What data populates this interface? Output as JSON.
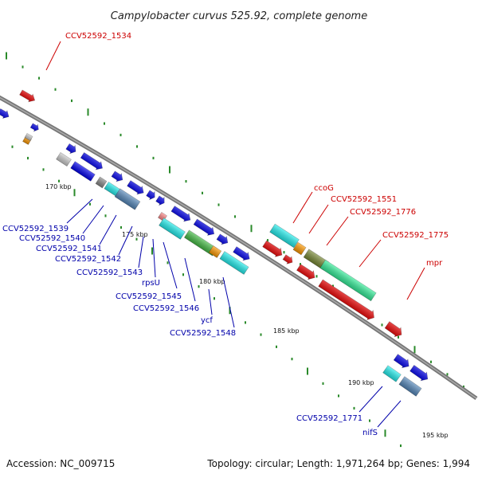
{
  "title": "Campylobacter curvus 525.92, complete genome",
  "footer": {
    "accession": "Accession: NC_009715",
    "summary": "Topology: circular; Length: 1,971,264 bp; Genes: 1,994"
  },
  "colors": {
    "backbone": "#7a7a7a",
    "tick": "#2a8a2a",
    "forward_label": "#cc0000",
    "reverse_label": "#0000aa",
    "cds_blue": "#0000ee",
    "cds_red": "#ee0000",
    "cyan": "#22eeee",
    "steelblue": "#5588bb",
    "orange": "#ff9900",
    "green": "#44bb44",
    "olive": "#778833",
    "mint": "#33ee99",
    "gray": "#888888",
    "lightgray": "#cccccc",
    "pink": "#ff8888"
  },
  "kbp_labels": {
    "k170": "170 kbp",
    "k175": "175 kbp",
    "k180": "180 kbp",
    "k185": "185 kbp",
    "k190": "190 kbp",
    "k195": "195 kbp"
  },
  "labels": {
    "ccv1534": "CCV52592_1534",
    "ccoG": "ccoG",
    "ccv1551": "CCV52592_1551",
    "ccv1776": "CCV52592_1776",
    "ccv1775": "CCV52592_1775",
    "mpr": "mpr",
    "ccv1539": "CCV52592_1539",
    "ccv1540": "CCV52592_1540",
    "ccv1541": "CCV52592_1541",
    "ccv1542": "CCV52592_1542",
    "ccv1543": "CCV52592_1543",
    "rpsU": "rpsU",
    "ccv1545": "CCV52592_1545",
    "ccv1546": "CCV52592_1546",
    "ycf": "ycf",
    "ccv1548": "CCV52592_1548",
    "ccv1771": "CCV52592_1771",
    "nifS": "nifS"
  }
}
